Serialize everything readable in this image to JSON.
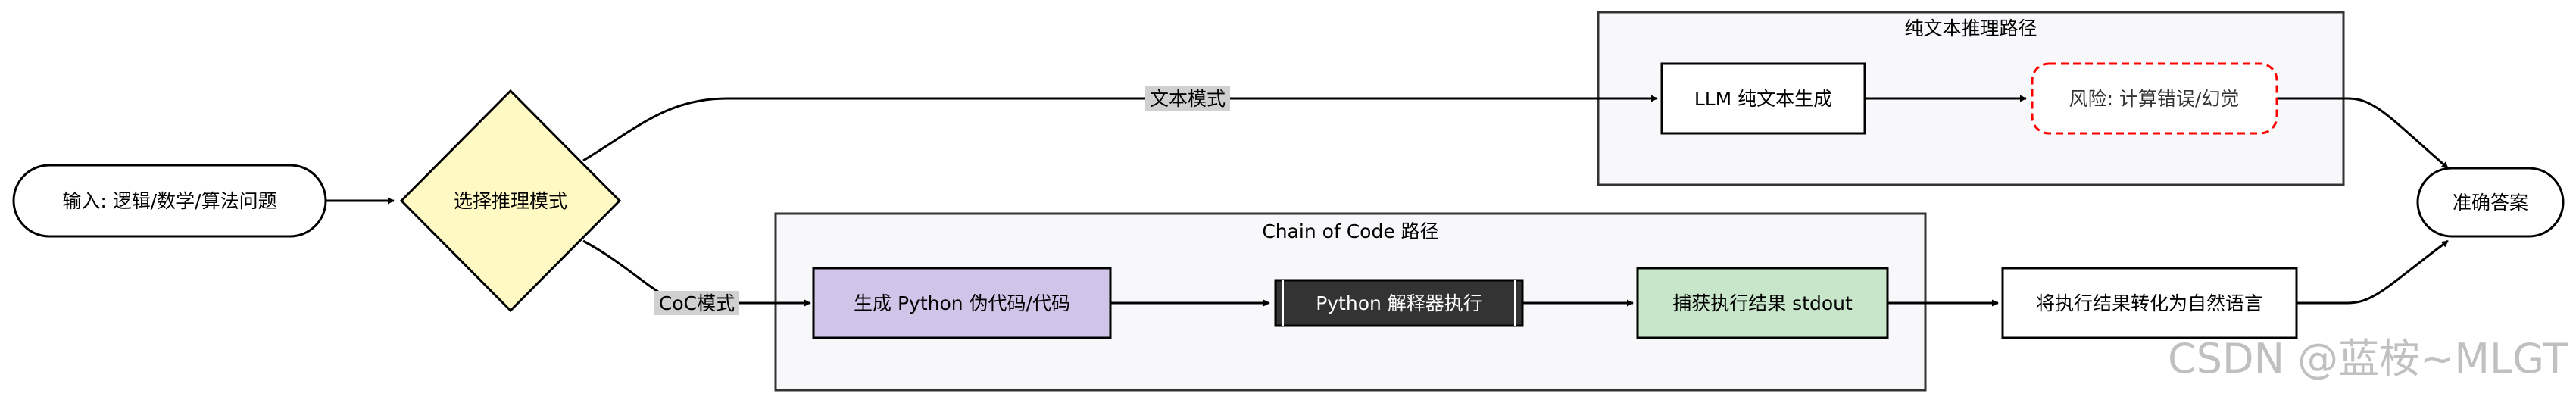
{
  "nodes": {
    "input": "输入: 逻辑/数学/算法问题",
    "decision": "选择推理模式",
    "llm_text": "LLM 纯文本生成",
    "risk": "风险: 计算错误/幻觉",
    "gen_code": "生成 Python 伪代码/代码",
    "interpreter": "Python 解释器执行",
    "capture": "捕获执行结果 stdout",
    "convert": "将执行结果转化为自然语言",
    "answer": "准确答案"
  },
  "groups": {
    "text_path": "纯文本推理路径",
    "code_path": "Chain of Code 路径"
  },
  "edges": {
    "text_mode": "文本模式",
    "coc_mode": "CoC模式"
  },
  "watermark": "CSDN @蓝桉~MLGT",
  "colors": {
    "decision_fill": "#fff9c4",
    "gen_code_fill": "#d1c4e9",
    "interpreter_fill": "#333333",
    "capture_fill": "#c8e6c9",
    "risk_border": "#ff0000",
    "group_fill": "#f8f8fb"
  }
}
